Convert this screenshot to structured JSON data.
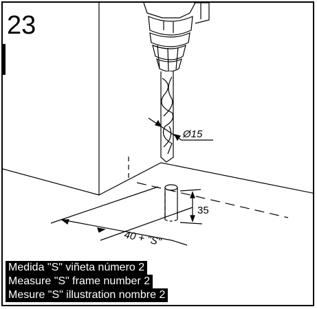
{
  "step_number": "23",
  "dimensions": {
    "diameter": "Ø15",
    "depth": "35",
    "distance": "40 + \"S\""
  },
  "caption": [
    "Medida \"S\" viñeta número 2",
    "Measure \"S\" frame number 2",
    "Mesure \"S\" illustration nombre 2"
  ]
}
